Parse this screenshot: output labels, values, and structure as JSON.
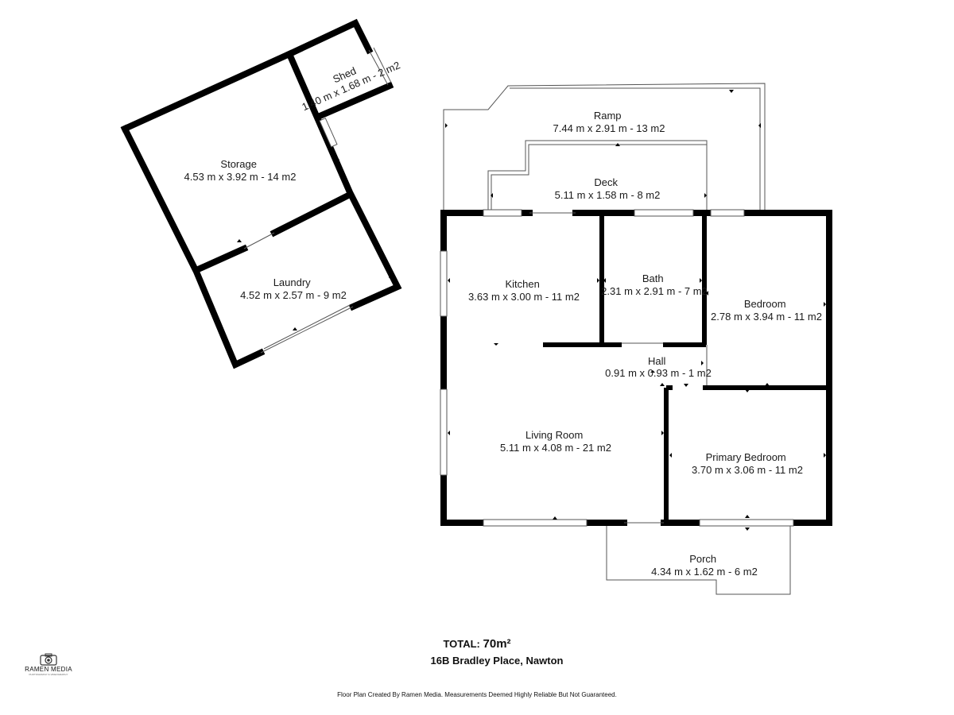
{
  "rooms": {
    "shed": {
      "name": "Shed",
      "dims": "1.40 m x 1.68 m - 2 m2"
    },
    "storage": {
      "name": "Storage",
      "dims": "4.53 m x 3.92 m - 14 m2"
    },
    "laundry": {
      "name": "Laundry",
      "dims": "4.52 m x 2.57 m - 9 m2"
    },
    "ramp": {
      "name": "Ramp",
      "dims": "7.44 m x 2.91 m - 13 m2"
    },
    "deck": {
      "name": "Deck",
      "dims": "5.11 m x 1.58 m - 8 m2"
    },
    "kitchen": {
      "name": "Kitchen",
      "dims": "3.63 m x 3.00 m - 11 m2"
    },
    "bath": {
      "name": "Bath",
      "dims": "2.31 m x 2.91 m - 7 m2"
    },
    "bedroom": {
      "name": "Bedroom",
      "dims": "2.78 m x 3.94 m - 11 m2"
    },
    "hall": {
      "name": "Hall",
      "dims": "0.91 m x 0.93 m - 1 m2"
    },
    "living": {
      "name": "Living Room",
      "dims": "5.11 m x 4.08 m - 21 m2"
    },
    "primary": {
      "name": "Primary Bedroom",
      "dims": "3.70 m x 3.06 m - 11 m2"
    },
    "porch": {
      "name": "Porch",
      "dims": "4.34 m x 1.62 m - 6 m2"
    }
  },
  "total": {
    "label": "TOTAL:",
    "value": "70m²"
  },
  "address": "16B Bradley Place, Nawton",
  "disclaimer": "Floor Plan Created By Ramen Media. Measurements Deemed Highly Reliable But Not Guaranteed.",
  "logo": {
    "name": "RAMEN MEDIA",
    "tagline": "PHOTOGRAPHY & VIDEOGRAPHY",
    "icon": "camera-icon"
  }
}
